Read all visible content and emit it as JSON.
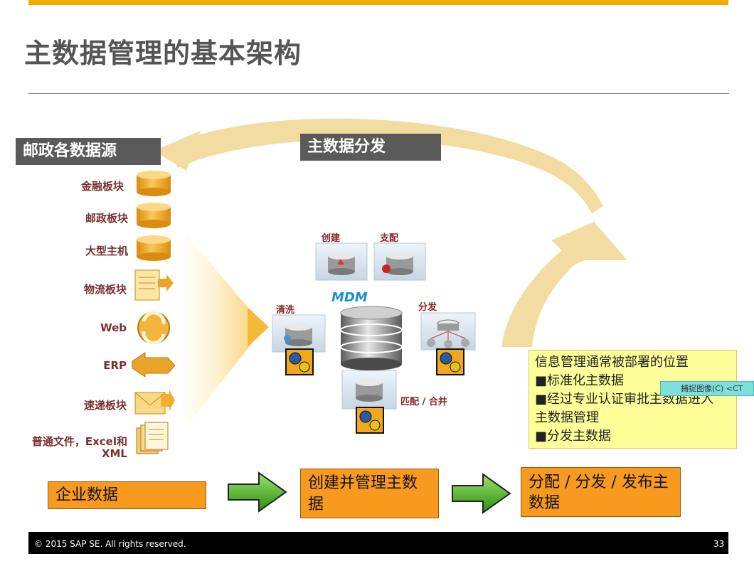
{
  "slide": {
    "title": "主数据管理的基本架构",
    "page_number": "33",
    "copyright": "© 2015 SAP SE. All rights reserved."
  },
  "labels": {
    "sources_header": "邮政各数据源",
    "distribution_header": "主数据分发"
  },
  "sources": [
    {
      "label": "金融板块",
      "icon": "database-icon"
    },
    {
      "label": "邮政板块",
      "icon": "database-icon"
    },
    {
      "label": "大型主机",
      "icon": "database-icon"
    },
    {
      "label": "物流板块",
      "icon": "document-arrow-icon"
    },
    {
      "label": "Web",
      "icon": "web-recycle-icon"
    },
    {
      "label": "ERP",
      "icon": "erp-arrow-icon"
    },
    {
      "label": "速递板块",
      "icon": "envelope-arrow-icon"
    },
    {
      "label": "普通文件，Excel和",
      "label2": "XML",
      "icon": "files-icon"
    }
  ],
  "mdm": {
    "center_label": "MDM",
    "create": "创建",
    "allocate": "支配",
    "cleanse": "清洗",
    "distribute": "分发",
    "match_merge": "匹配 / 合并"
  },
  "info_box": {
    "line1": "信息管理通常被部署的位置",
    "line2": "■标准化主数据",
    "line3": "■经过专业认证审批主数据进入",
    "line4": "主数据管理",
    "line5": "■分发主数据"
  },
  "capture_tooltip": "捕捉图像(C)   <CT",
  "flow": {
    "step1": "企业数据",
    "step2": "创建并管理主数据",
    "step3": "分配 / 分发 / 发布主数据"
  },
  "colors": {
    "accent_bar": "#f0ab00",
    "orange_box": "#f79a1e",
    "info_box": "#ffff99",
    "flow_arrow": "#3aa31a",
    "swoosh": "#f3dca2",
    "mdm_blue": "#1d8fc7"
  }
}
